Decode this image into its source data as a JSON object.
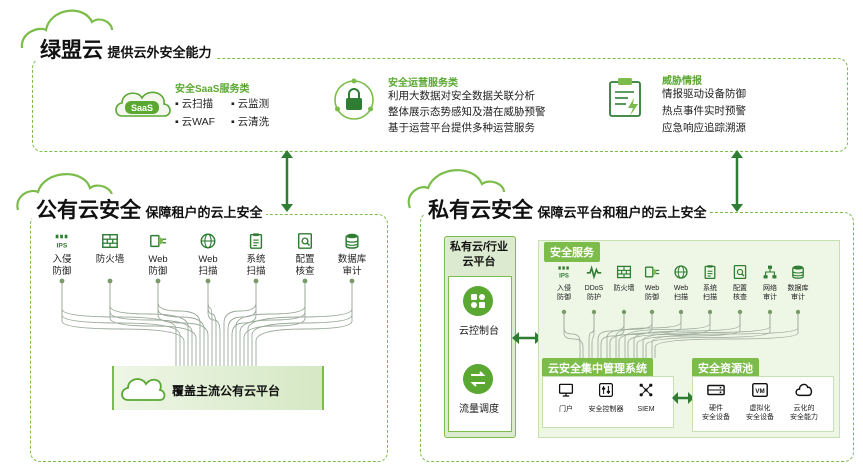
{
  "top": {
    "brand": "绿盟云",
    "subtitle": "提供云外安全能力",
    "saas": {
      "category": "安全SaaS服务类",
      "badge": "SaaS",
      "items": [
        "云扫描",
        "云监测",
        "云WAF",
        "云清洗"
      ]
    },
    "ops": {
      "category": "安全运营服务类",
      "items": [
        "利用大数据对安全数据关联分析",
        "整体展示态势感知及潜在威胁预警",
        "基于运营平台提供多种运营服务"
      ]
    },
    "threat": {
      "category": "威胁情报",
      "items": [
        "情报驱动设备防御",
        "热点事件实时预警",
        "应急响应追踪溯源"
      ]
    }
  },
  "public": {
    "title": "公有云安全",
    "subtitle": "保障租户的云上安全",
    "services": [
      {
        "icon": "ips-icon",
        "label": "入侵\n防御"
      },
      {
        "icon": "firewall-icon",
        "label": "防火墙"
      },
      {
        "icon": "web-defense-icon",
        "label": "Web\n防御"
      },
      {
        "icon": "globe-icon",
        "label": "Web\n扫描"
      },
      {
        "icon": "clipboard-icon",
        "label": "系统\n扫描"
      },
      {
        "icon": "config-check-icon",
        "label": "配置\n核查"
      },
      {
        "icon": "database-icon",
        "label": "数据库\n审计"
      }
    ],
    "platform": "覆盖主流公有云平台"
  },
  "private": {
    "title": "私有云安全",
    "subtitle": "保障云平台和租户的云上安全",
    "left_header": "私有云/行业云平台",
    "console": "云控制台",
    "traffic": "流量调度",
    "services_header": "安全服务",
    "services": [
      {
        "icon": "ips-icon",
        "label": "入侵\n防御"
      },
      {
        "icon": "ddos-icon",
        "label": "DDoS\n防护"
      },
      {
        "icon": "firewall-icon",
        "label": "防火墙"
      },
      {
        "icon": "web-defense-icon",
        "label": "Web\n防御"
      },
      {
        "icon": "globe-icon",
        "label": "Web\n扫描"
      },
      {
        "icon": "clipboard-icon",
        "label": "系统\n扫描"
      },
      {
        "icon": "config-check-icon",
        "label": "配置\n核查"
      },
      {
        "icon": "network-icon",
        "label": "网络\n审计"
      },
      {
        "icon": "database-icon",
        "label": "数据库\n审计"
      }
    ],
    "mgmt_header": "云安全集中管理系统",
    "mgmt": [
      {
        "icon": "monitor-icon",
        "label": "门户"
      },
      {
        "icon": "controller-icon",
        "label": "安全控制器"
      },
      {
        "icon": "siem-icon",
        "label": "SIEM"
      }
    ],
    "pool_header": "安全资源池",
    "pool": [
      {
        "icon": "hardware-icon",
        "label": "硬件\n安全设备"
      },
      {
        "icon": "vm-icon",
        "label": "虚拟化\n安全设备"
      },
      {
        "icon": "cloud-capability-icon",
        "label": "云化的\n安全能力"
      }
    ]
  },
  "colors": {
    "accent": "#7cbc4a",
    "dark_green": "#2e7d32",
    "text": "#1a1a1a"
  }
}
